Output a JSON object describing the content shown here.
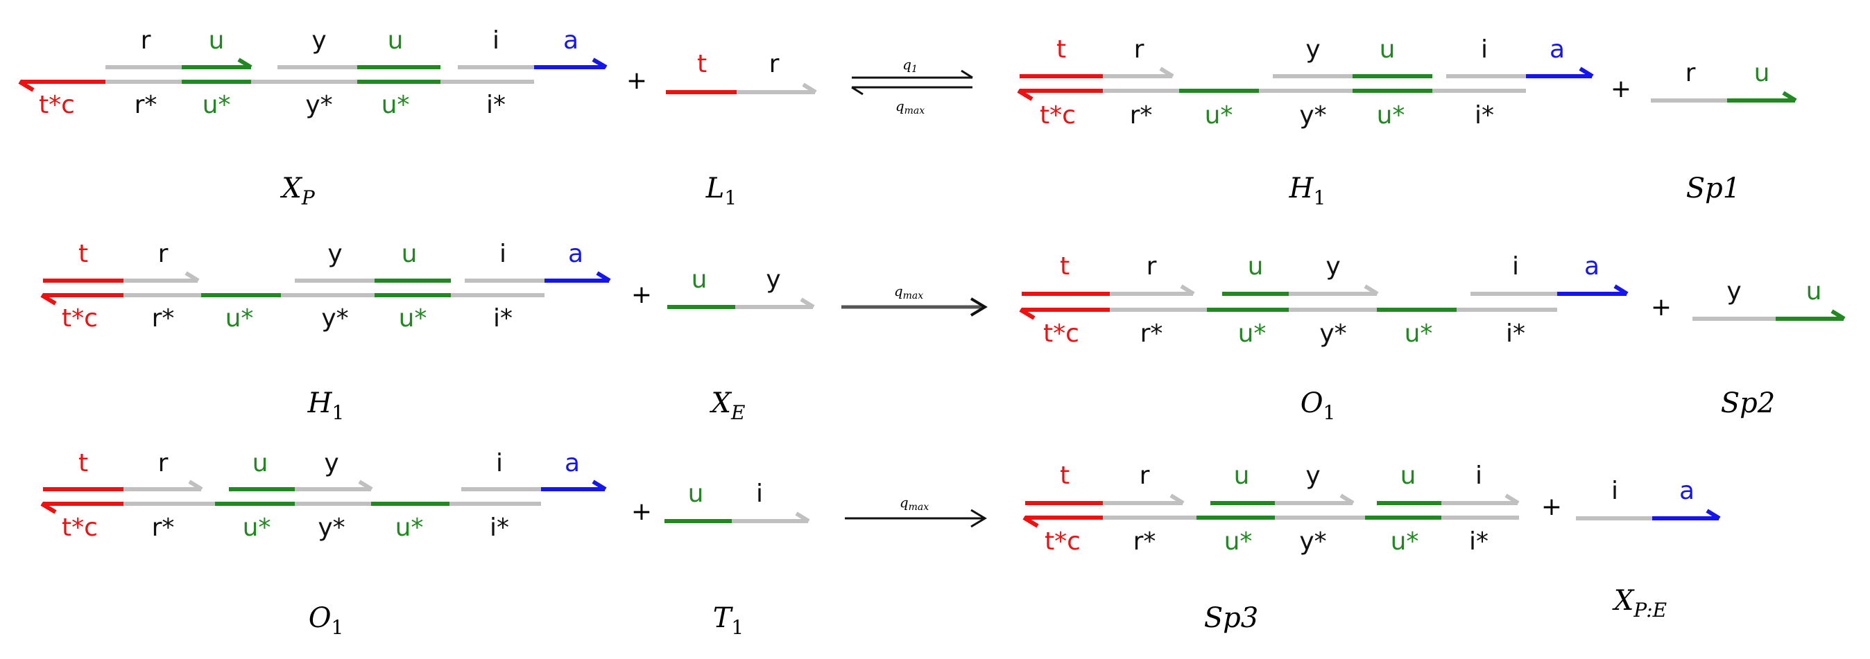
{
  "colors": {
    "red": "#ee1111",
    "gray": "#c0c0c0",
    "green": "#228822",
    "blue": "#1515ee",
    "black": "#111111"
  },
  "plus_sign": "+",
  "rates": {
    "forward": "q",
    "forward_sub": "1",
    "reverse": "q",
    "reverse_sub": "max",
    "max": "q",
    "max_sub": "max"
  },
  "domains": {
    "t": "t",
    "r": "r",
    "u": "u",
    "y": "y",
    "i": "i",
    "a": "a",
    "tc": "t*c",
    "rs": "r*",
    "us": "u*",
    "ys": "y*",
    "is": "i*"
  },
  "species": {
    "XP": {
      "base": "X",
      "sub": "P"
    },
    "L1": {
      "base": "L",
      "sub": "1"
    },
    "H1": {
      "base": "H",
      "sub": "1"
    },
    "Sp1": {
      "base": "Sp1",
      "sub": ""
    },
    "XE": {
      "base": "X",
      "sub": "E"
    },
    "O1": {
      "base": "O",
      "sub": "1"
    },
    "Sp2": {
      "base": "Sp2",
      "sub": ""
    },
    "T1": {
      "base": "T",
      "sub": "1"
    },
    "Sp3": {
      "base": "Sp3",
      "sub": ""
    },
    "XPE": {
      "base": "X",
      "sub": "P:E"
    }
  },
  "reactions": [
    {
      "id": "reaction-1",
      "reactants": [
        "XP",
        "L1"
      ],
      "products": [
        "H1",
        "Sp1"
      ],
      "reversible": true
    },
    {
      "id": "reaction-2",
      "reactants": [
        "H1",
        "XE"
      ],
      "products": [
        "O1",
        "Sp2"
      ],
      "reversible": false
    },
    {
      "id": "reaction-3",
      "reactants": [
        "O1",
        "T1"
      ],
      "products": [
        "Sp3",
        "XPE"
      ],
      "reversible": false
    }
  ]
}
